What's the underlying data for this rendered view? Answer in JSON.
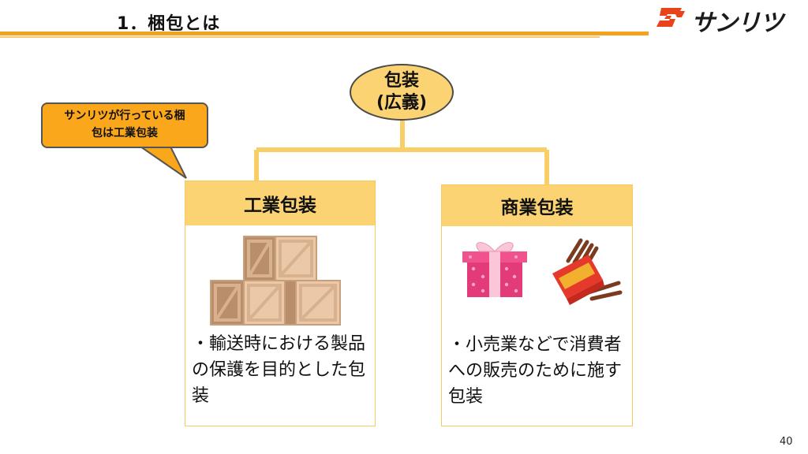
{
  "slide": {
    "title": "1．梱包とは",
    "page_number": "40"
  },
  "logo": {
    "text": "サンリツ",
    "colors": {
      "mark": "#e8431b",
      "text": "#1b1b1b"
    }
  },
  "colors": {
    "accent": "#f4a21d",
    "header_fill": "#fbd372",
    "callout_fill": "#fba71c"
  },
  "diagram": {
    "root": {
      "line1": "包装",
      "line2": "(広義)"
    },
    "callout": {
      "line1": "サンリツが行っている梱",
      "line2": "包は工業包装"
    },
    "industrial": {
      "heading": "工業包装",
      "body_line1": "・輸送時における製品",
      "body_line2": "の保護を目的とした包",
      "body_line3": "装",
      "image_icon": "wooden-crates-icon"
    },
    "commercial": {
      "heading": "商業包装",
      "body_line1": "・小売業などで消費者",
      "body_line2": "への販売のために施す",
      "body_line3": "包装",
      "image_icons": [
        "gift-box-icon",
        "snack-box-icon"
      ]
    }
  }
}
